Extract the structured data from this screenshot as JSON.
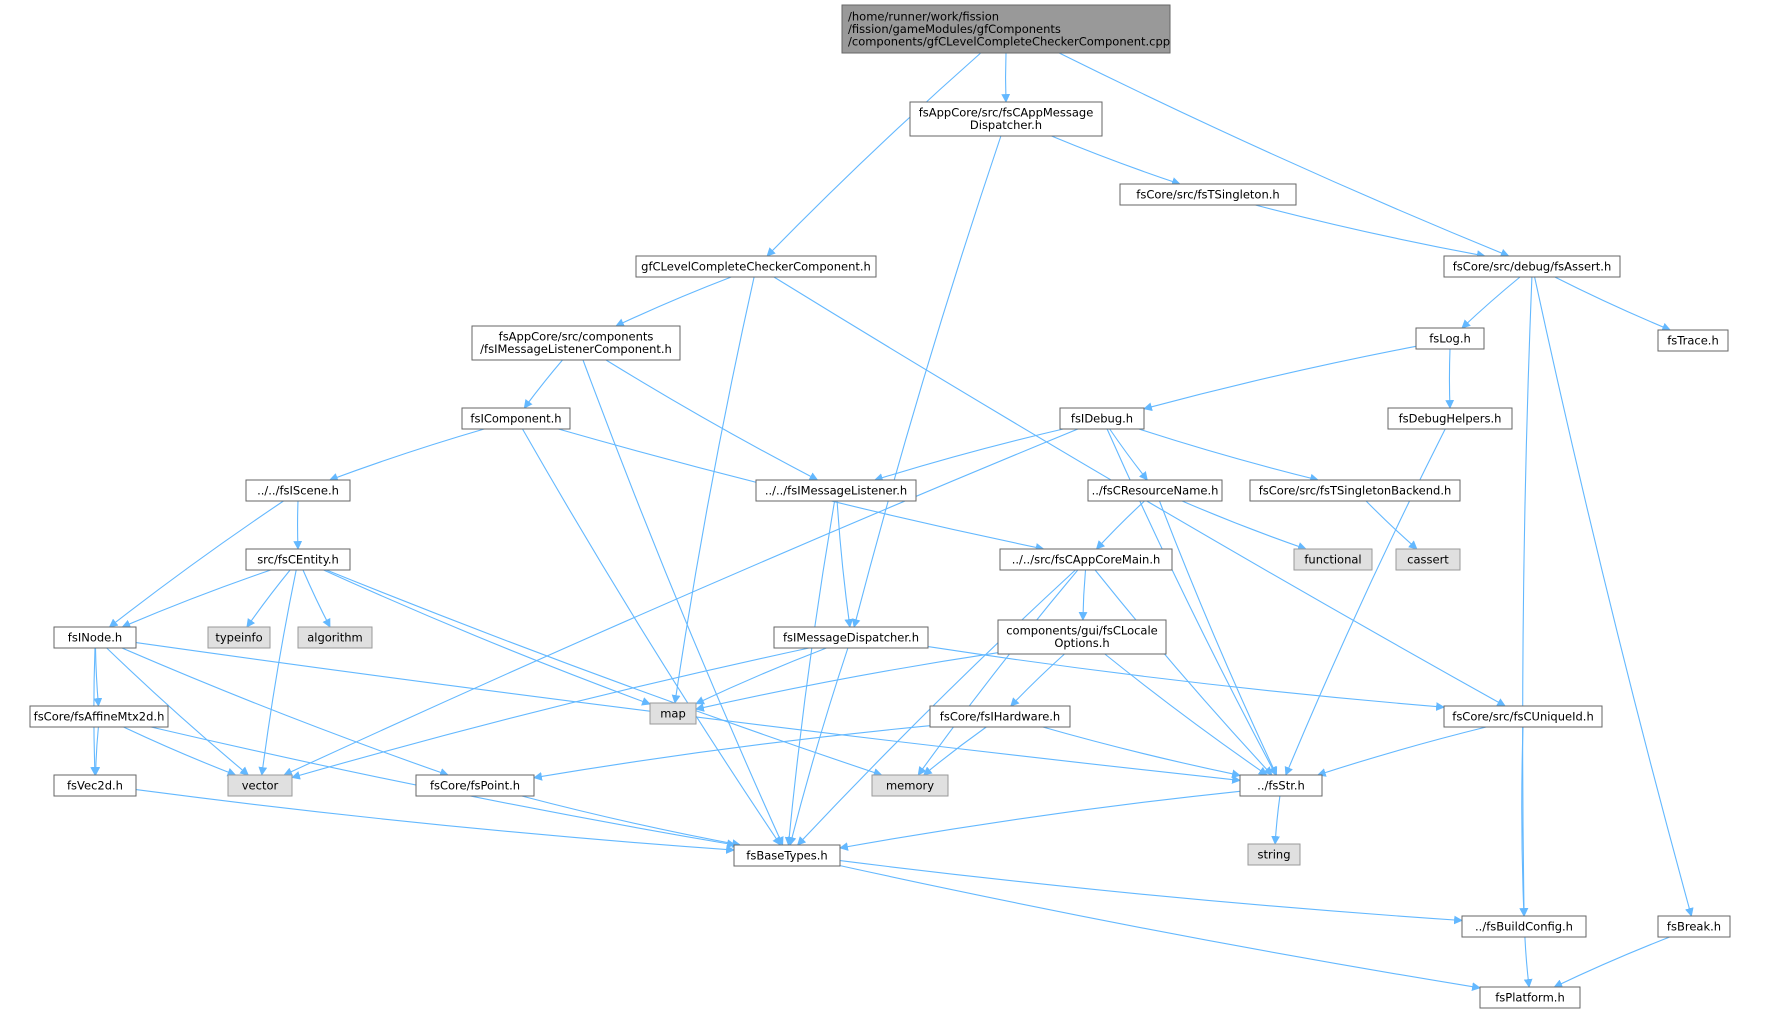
{
  "colors": {
    "edge": "#63b8ff",
    "root_fill": "#999999",
    "root_border": "#666666",
    "file_fill": "#ffffff",
    "file_border": "#666666",
    "system_fill": "#e0e0e0",
    "system_border": "#999999"
  },
  "nodes": [
    {
      "id": "root",
      "kind": "root",
      "lines": [
        "/home/runner/work/fission",
        "/fission/gameModules/gfComponents",
        "/components/gfCLevelCompleteCheckerComponent.cpp"
      ]
    },
    {
      "id": "appmsgdisp",
      "kind": "file",
      "lines": [
        "fsAppCore/src/fsCAppMessage",
        "Dispatcher.h"
      ]
    },
    {
      "id": "tsingleton",
      "kind": "file",
      "lines": [
        "fsCore/src/fsTSingleton.h"
      ]
    },
    {
      "id": "gfclevel",
      "kind": "file",
      "lines": [
        "gfCLevelCompleteCheckerComponent.h"
      ]
    },
    {
      "id": "fsassert",
      "kind": "file",
      "lines": [
        "fsCore/src/debug/fsAssert.h"
      ]
    },
    {
      "id": "msglistenercomp",
      "kind": "file",
      "lines": [
        "fsAppCore/src/components",
        "/fsIMessageListenerComponent.h"
      ]
    },
    {
      "id": "fslog",
      "kind": "file",
      "lines": [
        "fsLog.h"
      ]
    },
    {
      "id": "fstrace",
      "kind": "file",
      "lines": [
        "fsTrace.h"
      ]
    },
    {
      "id": "icomponent",
      "kind": "file",
      "lines": [
        "fsIComponent.h"
      ]
    },
    {
      "id": "idebug",
      "kind": "file",
      "lines": [
        "fsIDebug.h"
      ]
    },
    {
      "id": "debughelpers",
      "kind": "file",
      "lines": [
        "fsDebugHelpers.h"
      ]
    },
    {
      "id": "iscene",
      "kind": "file",
      "lines": [
        "../../fsIScene.h"
      ]
    },
    {
      "id": "imsglistener",
      "kind": "file",
      "lines": [
        "../../fsIMessageListener.h"
      ]
    },
    {
      "id": "resname",
      "kind": "file",
      "lines": [
        "../fsCResourceName.h"
      ]
    },
    {
      "id": "tsingletonbackend",
      "kind": "file",
      "lines": [
        "fsCore/src/fsTSingletonBackend.h"
      ]
    },
    {
      "id": "centity",
      "kind": "file",
      "lines": [
        "src/fsCEntity.h"
      ]
    },
    {
      "id": "appcoremain",
      "kind": "file",
      "lines": [
        "../../src/fsCAppCoreMain.h"
      ]
    },
    {
      "id": "functional",
      "kind": "system",
      "lines": [
        "functional"
      ]
    },
    {
      "id": "cassert",
      "kind": "system",
      "lines": [
        "cassert"
      ]
    },
    {
      "id": "inode",
      "kind": "file",
      "lines": [
        "fsINode.h"
      ]
    },
    {
      "id": "typeinfo",
      "kind": "system",
      "lines": [
        "typeinfo"
      ]
    },
    {
      "id": "algorithm",
      "kind": "system",
      "lines": [
        "algorithm"
      ]
    },
    {
      "id": "imsgdispatcher",
      "kind": "file",
      "lines": [
        "fsIMessageDispatcher.h"
      ]
    },
    {
      "id": "localeopts",
      "kind": "file",
      "lines": [
        "components/gui/fsCLocale",
        "Options.h"
      ]
    },
    {
      "id": "affinemtx",
      "kind": "file",
      "lines": [
        "fsCore/fsAffineMtx2d.h"
      ]
    },
    {
      "id": "map",
      "kind": "system",
      "lines": [
        "map"
      ]
    },
    {
      "id": "ihardware",
      "kind": "file",
      "lines": [
        "fsCore/fsIHardware.h"
      ]
    },
    {
      "id": "uniqueid",
      "kind": "file",
      "lines": [
        "fsCore/src/fsCUniqueId.h"
      ]
    },
    {
      "id": "vec2d",
      "kind": "file",
      "lines": [
        "fsVec2d.h"
      ]
    },
    {
      "id": "vector",
      "kind": "system",
      "lines": [
        "vector"
      ]
    },
    {
      "id": "fspoint",
      "kind": "file",
      "lines": [
        "fsCore/fsPoint.h"
      ]
    },
    {
      "id": "memory",
      "kind": "system",
      "lines": [
        "memory"
      ]
    },
    {
      "id": "fsstr",
      "kind": "file",
      "lines": [
        "../fsStr.h"
      ]
    },
    {
      "id": "string",
      "kind": "system",
      "lines": [
        "string"
      ]
    },
    {
      "id": "basetypes",
      "kind": "file",
      "lines": [
        "fsBaseTypes.h"
      ]
    },
    {
      "id": "buildconfig",
      "kind": "file",
      "lines": [
        "../fsBuildConfig.h"
      ]
    },
    {
      "id": "fsbreak",
      "kind": "file",
      "lines": [
        "fsBreak.h"
      ]
    },
    {
      "id": "platform",
      "kind": "file",
      "lines": [
        "fsPlatform.h"
      ]
    }
  ],
  "edges": [
    [
      "root",
      "gfclevel"
    ],
    [
      "root",
      "appmsgdisp"
    ],
    [
      "root",
      "fsassert"
    ],
    [
      "appmsgdisp",
      "tsingleton"
    ],
    [
      "appmsgdisp",
      "imsgdispatcher"
    ],
    [
      "tsingleton",
      "fsassert"
    ],
    [
      "gfclevel",
      "msglistenercomp"
    ],
    [
      "gfclevel",
      "map"
    ],
    [
      "gfclevel",
      "uniqueid"
    ],
    [
      "fsassert",
      "fslog"
    ],
    [
      "fsassert",
      "fstrace"
    ],
    [
      "fsassert",
      "buildconfig"
    ],
    [
      "fsassert",
      "fsbreak"
    ],
    [
      "msglistenercomp",
      "icomponent"
    ],
    [
      "msglistenercomp",
      "imsglistener"
    ],
    [
      "msglistenercomp",
      "basetypes"
    ],
    [
      "fslog",
      "idebug"
    ],
    [
      "fslog",
      "debughelpers"
    ],
    [
      "icomponent",
      "iscene"
    ],
    [
      "icomponent",
      "appcoremain"
    ],
    [
      "icomponent",
      "basetypes"
    ],
    [
      "idebug",
      "imsglistener"
    ],
    [
      "idebug",
      "resname"
    ],
    [
      "idebug",
      "tsingletonbackend"
    ],
    [
      "idebug",
      "vector"
    ],
    [
      "idebug",
      "fsstr"
    ],
    [
      "debughelpers",
      "fsstr"
    ],
    [
      "iscene",
      "centity"
    ],
    [
      "iscene",
      "inode"
    ],
    [
      "imsglistener",
      "imsgdispatcher"
    ],
    [
      "imsglistener",
      "basetypes"
    ],
    [
      "resname",
      "appcoremain"
    ],
    [
      "resname",
      "functional"
    ],
    [
      "resname",
      "fsstr"
    ],
    [
      "tsingletonbackend",
      "cassert"
    ],
    [
      "centity",
      "inode"
    ],
    [
      "centity",
      "typeinfo"
    ],
    [
      "centity",
      "algorithm"
    ],
    [
      "centity",
      "vector"
    ],
    [
      "centity",
      "map"
    ],
    [
      "centity",
      "memory"
    ],
    [
      "appcoremain",
      "localeopts"
    ],
    [
      "appcoremain",
      "memory"
    ],
    [
      "appcoremain",
      "fsstr"
    ],
    [
      "appcoremain",
      "basetypes"
    ],
    [
      "inode",
      "affinemtx"
    ],
    [
      "inode",
      "vec2d"
    ],
    [
      "inode",
      "vector"
    ],
    [
      "inode",
      "fspoint"
    ],
    [
      "inode",
      "fsstr"
    ],
    [
      "imsgdispatcher",
      "map"
    ],
    [
      "imsgdispatcher",
      "vector"
    ],
    [
      "imsgdispatcher",
      "uniqueid"
    ],
    [
      "imsgdispatcher",
      "basetypes"
    ],
    [
      "localeopts",
      "map"
    ],
    [
      "localeopts",
      "ihardware"
    ],
    [
      "localeopts",
      "fsstr"
    ],
    [
      "affinemtx",
      "vec2d"
    ],
    [
      "affinemtx",
      "vector"
    ],
    [
      "affinemtx",
      "basetypes"
    ],
    [
      "ihardware",
      "fspoint"
    ],
    [
      "ihardware",
      "memory"
    ],
    [
      "ihardware",
      "fsstr"
    ],
    [
      "uniqueid",
      "fsstr"
    ],
    [
      "uniqueid",
      "buildconfig"
    ],
    [
      "vec2d",
      "basetypes"
    ],
    [
      "fspoint",
      "basetypes"
    ],
    [
      "fsstr",
      "string"
    ],
    [
      "fsstr",
      "basetypes"
    ],
    [
      "basetypes",
      "buildconfig"
    ],
    [
      "basetypes",
      "platform"
    ],
    [
      "buildconfig",
      "platform"
    ],
    [
      "fsbreak",
      "platform"
    ]
  ]
}
